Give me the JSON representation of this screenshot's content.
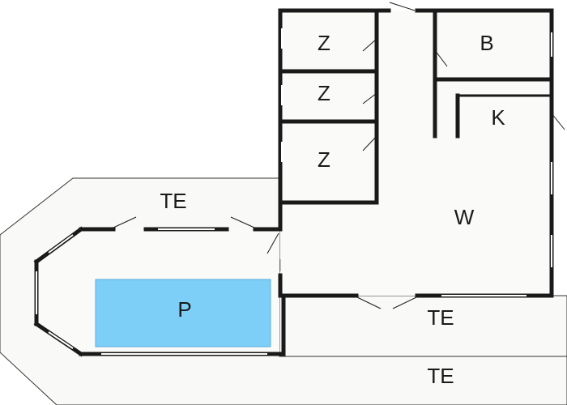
{
  "floor_plan": {
    "rooms": {
      "bedroom_1": "Z",
      "bedroom_2": "Z",
      "bedroom_3": "Z",
      "bathroom": "B",
      "kitchen": "K",
      "living": "W",
      "pool": "P",
      "terrace_north": "TE",
      "terrace_east": "TE",
      "terrace_south": "TE"
    }
  },
  "colors": {
    "wall": "#1a1a1a",
    "terrace_fill": "#f9f9f7",
    "interior_fill": "#fafaf8",
    "pool": "#7ecff7",
    "window": "#ffffff"
  }
}
